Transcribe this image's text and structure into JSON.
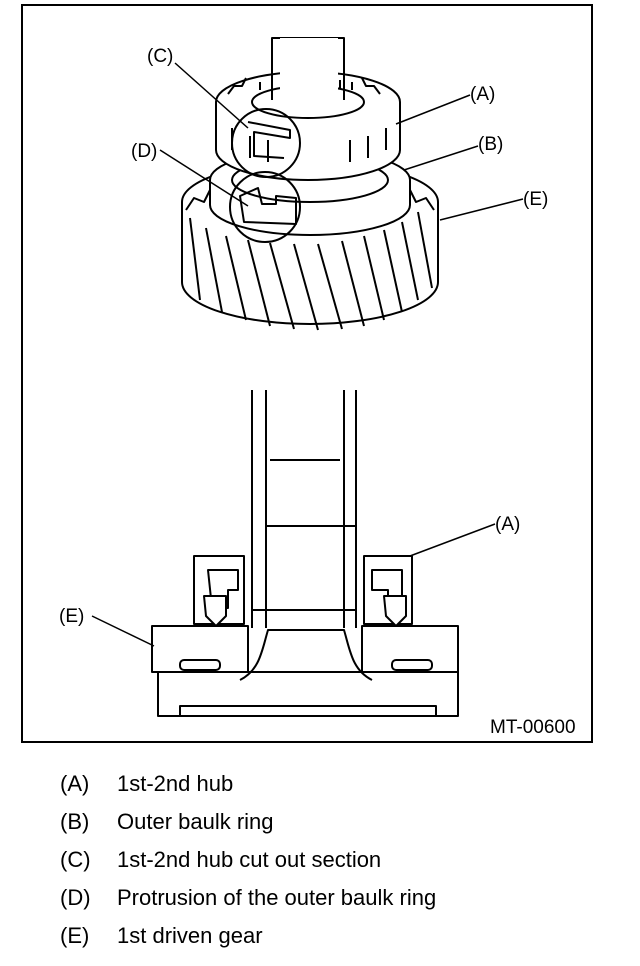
{
  "figure": {
    "id_label": "MT-00600",
    "callouts": {
      "a_top": "(A)",
      "b": "(B)",
      "c": "(C)",
      "d": "(D)",
      "e_top": "(E)",
      "a_bottom": "(A)",
      "e_bottom": "(E)"
    }
  },
  "legend": [
    {
      "key": "(A)",
      "text": "1st-2nd hub"
    },
    {
      "key": "(B)",
      "text": "Outer baulk ring"
    },
    {
      "key": "(C)",
      "text": "1st-2nd hub cut out section"
    },
    {
      "key": "(D)",
      "text": "Protrusion of the outer baulk ring"
    },
    {
      "key": "(E)",
      "text": "1st driven gear"
    }
  ]
}
